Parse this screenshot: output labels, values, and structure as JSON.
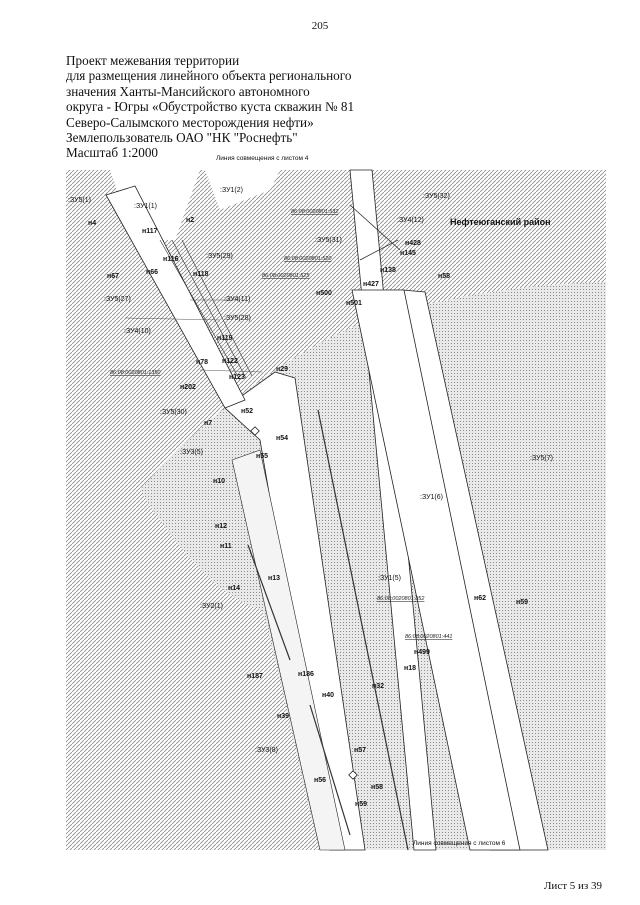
{
  "page_number": "205",
  "title_lines": [
    "Проект межевания территории",
    "для размещения линейного объекта регионального",
    "значения Ханты-Мансийского автономного",
    "округа - Югры «Обустройство куста скважин № 81",
    "Северо-Салымского месторождения нефти»",
    "Землепользователь ОАО \"НК \"Роснефть\"",
    "Масштаб 1:2000"
  ],
  "map": {
    "sheet_line_top": "Линия совмещения с листом 4",
    "sheet_line_bottom": "Линия совмещения с листом 6",
    "region_label": "Нефтеюганский район",
    "parcel_labels": [
      ":ЗУ5(1)",
      ":ЗУ1(2)",
      ":ЗУ1(1)",
      ":ЗУ5(32)",
      ":ЗУ4(12)",
      ":ЗУ5(31)",
      ":ЗУ5(29)",
      ":ЗУ4(11)",
      ":ЗУ5(27)",
      ":ЗУ5(28)",
      ":ЗУ4(10)",
      ":ЗУ5(30)",
      ":ЗУ3(5)",
      ":ЗУ1(6)",
      ":ЗУ5(7)",
      ":ЗУ1(5)",
      ":ЗУ2(1)",
      ":ЗУ3(8)"
    ],
    "cadastral_labels": [
      "86:08:0020801:532",
      "86:08:0020801:520",
      "86:08:0020801:525",
      "86:08:0020801:1350",
      "86:08:0020801:352",
      "86:08:0020801:441"
    ],
    "points": [
      "н4",
      "н117",
      "н2",
      "н428",
      "н145",
      "н138",
      "н58",
      "н67",
      "н66",
      "н116",
      "н118",
      "н427",
      "н500",
      "н501",
      "н119",
      "н78",
      "н122",
      "н123",
      "н29",
      "н202",
      "н52",
      "н7",
      "н54",
      "н55",
      "н10",
      "н12",
      "н11",
      "н13",
      "н14",
      "н62",
      "н59",
      "н499",
      "н187",
      "н186",
      "н18",
      "н32",
      "н40",
      "н39",
      "н57",
      "н58",
      "н56",
      "н59"
    ]
  },
  "footer": "Лист 5 из 39"
}
